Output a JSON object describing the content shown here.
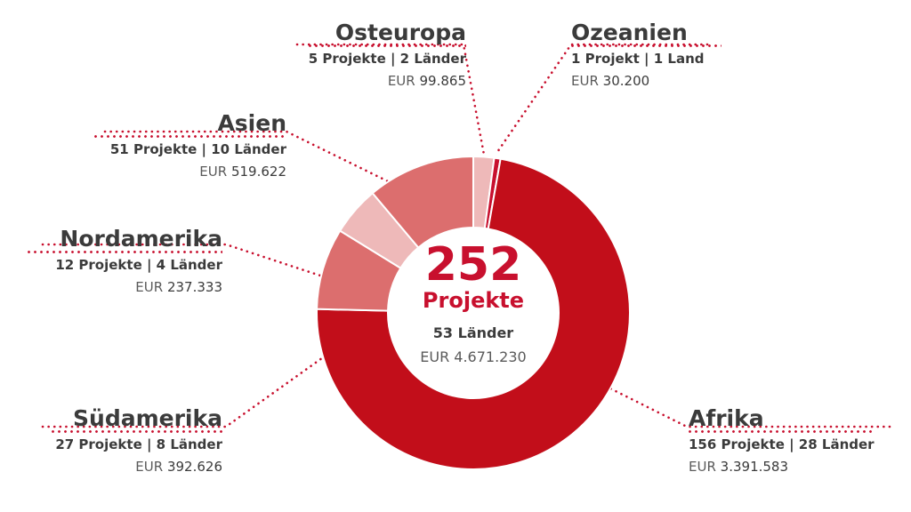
{
  "chart_data": {
    "type": "pie",
    "center": {
      "projects": "252",
      "projects_label": "Projekte",
      "countries": "53 Länder",
      "total": "EUR 4.671.230"
    },
    "regions": [
      {
        "name": "Osteuropa",
        "projects": 5,
        "projects_text": "5 Projekte | 2 Länder",
        "eur_prefix": "EUR",
        "eur_value": "99.865",
        "amount": 99865,
        "color": "#eeb9b9"
      },
      {
        "name": "Ozeanien",
        "projects": 1,
        "projects_text": "1 Projekt | 1 Land",
        "eur_prefix": "EUR",
        "eur_value": "30.200",
        "amount": 30200,
        "color": "#c8102e"
      },
      {
        "name": "Afrika",
        "projects": 156,
        "projects_text": "156 Projekte | 28 Länder",
        "eur_prefix": "EUR",
        "eur_value": "3.391.583",
        "amount": 3391583,
        "color": "#c20e1a"
      },
      {
        "name": "Südamerika",
        "projects": 27,
        "projects_text": "27 Projekte | 8 Länder",
        "eur_prefix": "EUR",
        "eur_value": "392.626",
        "amount": 392626,
        "color": "#dc6e6e"
      },
      {
        "name": "Nordamerika",
        "projects": 12,
        "projects_text": "12 Projekte | 4 Länder",
        "eur_prefix": "EUR",
        "eur_value": "237.333",
        "amount": 237333,
        "color": "#eeb9b9"
      },
      {
        "name": "Asien",
        "projects": 51,
        "projects_text": "51 Projekte | 10 Länder",
        "eur_prefix": "EUR",
        "eur_value": "519.622",
        "amount": 519622,
        "color": "#dc6e6e"
      }
    ]
  },
  "colors": {
    "accent": "#c8102e",
    "leader": "#c8102e",
    "text": "#3b3b3b"
  }
}
